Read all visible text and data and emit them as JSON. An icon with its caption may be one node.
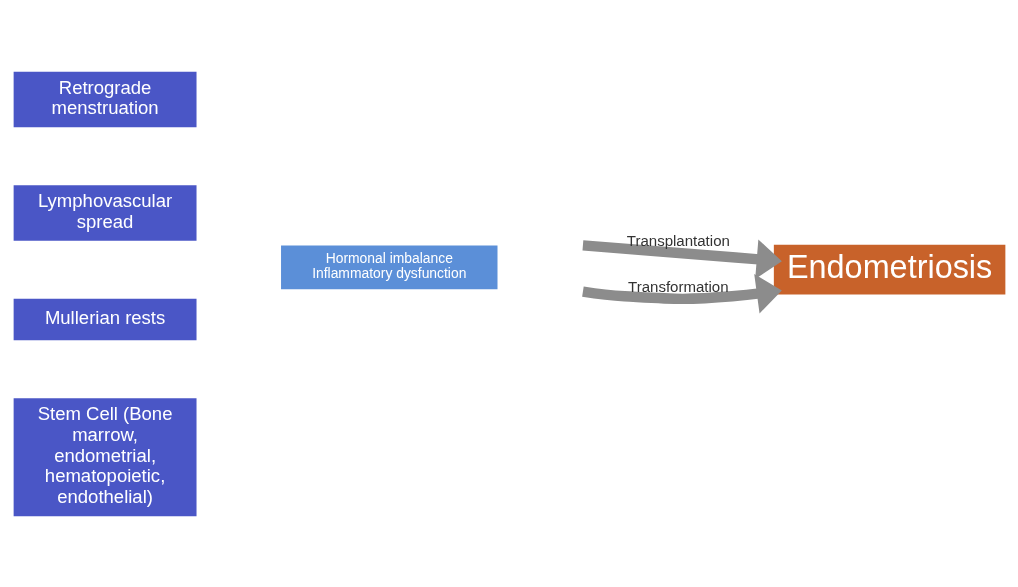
{
  "diagram": {
    "nodes": [
      {
        "text": [
          "Retrograde menstruation"
        ]
      },
      {
        "text": [
          "Lymphovascular spread"
        ]
      },
      {
        "text": [
          "Hormonal imbalance",
          "Inflammatory dysfunction"
        ]
      },
      {
        "text": [
          "Mullerian rests"
        ]
      },
      {
        "text": [
          "Stem Cell (Bone marrow, endometrial, hematopoietic, endothelial)"
        ]
      },
      {
        "text": [
          "Endometriosis"
        ]
      }
    ],
    "edges": [
      {
        "from": null,
        "to": 5,
        "arrow": "to",
        "label": "Transplantation"
      },
      {
        "from": null,
        "to": 5,
        "arrow": "to",
        "label": "Transformation"
      }
    ]
  }
}
